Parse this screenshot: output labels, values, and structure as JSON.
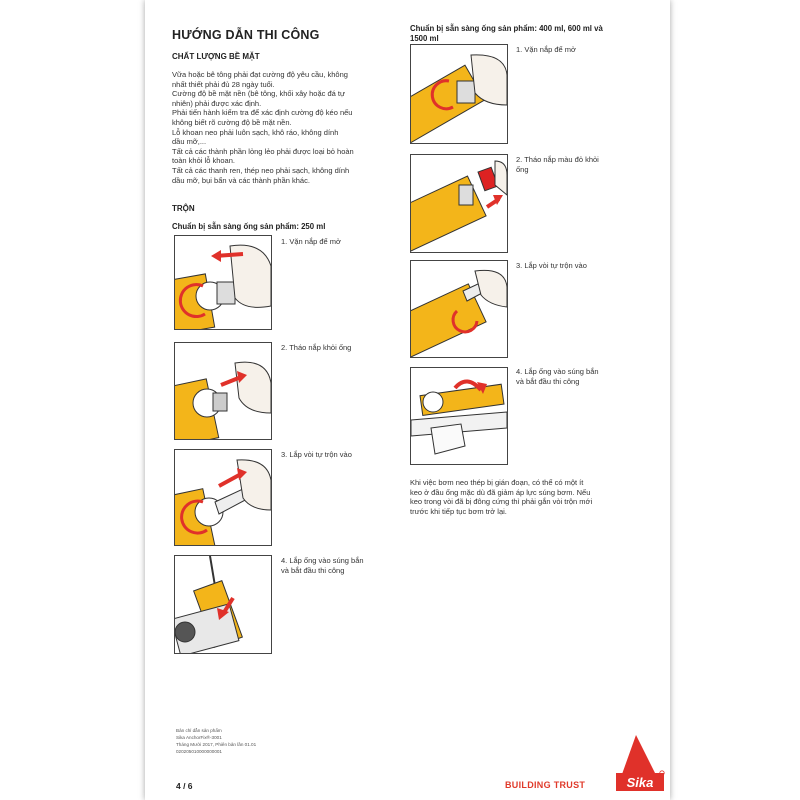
{
  "document": {
    "title": "HƯỚNG DẪN THI CÔNG",
    "surface_heading": "CHẤT LƯỢNG BỀ MẶT",
    "surface_text": "Vữa hoặc bê tông phải đạt cường độ yêu cầu, không\nnhất thiết phải đủ 28 ngày tuổi.\nCường độ bề mặt nền (bê tông, khối xây hoặc đá tự\nnhiên) phải được xác định.\nPhải tiến hành kiểm tra để xác định cường độ kéo nếu\nkhông biết rõ cường độ bề mặt nền.\nLỗ khoan neo phải luôn sạch, khô ráo, không dính\ndầu mỡ,...\nTất cả các thành phần lỏng lẻo phải được loại bỏ hoàn\ntoàn khỏi lỗ khoan.\nTất cả các thanh ren, thép neo phải sạch, không dính\ndầu mỡ, bụi bẩn và các thành phần khác.",
    "mix_heading": "TRỘN",
    "left_subheading": "Chuẩn bị sẵn sàng ống sản phẩm: 250 ml",
    "left_steps": [
      "1. Vặn nắp để mở",
      "2. Tháo nắp khỏi ống",
      "3. Lắp vòi tự trộn vào",
      "4. Lắp ống vào súng bắn\nvà bắt đầu thi công"
    ],
    "right_subheading": "Chuẩn bị sẵn sàng ống sản phẩm: 400 ml, 600 ml và\n1500 ml",
    "right_steps": [
      "1. Vặn nắp để mở",
      "2. Tháo nắp màu đỏ khỏi\nống",
      "3. Lắp vòi tự trộn vào",
      "4. Lắp ống vào súng bắn\nvà bắt đầu thi công"
    ],
    "note": "Khi việc bơm neo thép bị gián đoạn, có thể có một ít\nkeo ở đầu ống mặc dù đã giảm áp lực súng bơm. Nếu\nkeo trong vòi đã bị đông cứng thì phải gắn vòi trộn mới\ntrước khi tiếp tục bơm trở lại."
  },
  "footer": {
    "line1": "Bản chỉ dẫn sản phẩm",
    "line2": "Sika AnchorFix®-3001",
    "line3": "Tháng Mười 2017, Phiên bản lần 01.01",
    "line4": "020205010000000001",
    "page_number": "4 / 6",
    "slogan": "BUILDING TRUST",
    "logo_text": "Sika"
  },
  "colors": {
    "cartridge": "#f3b51a",
    "arrow": "#e0312a",
    "brand": "#e03a2a"
  }
}
